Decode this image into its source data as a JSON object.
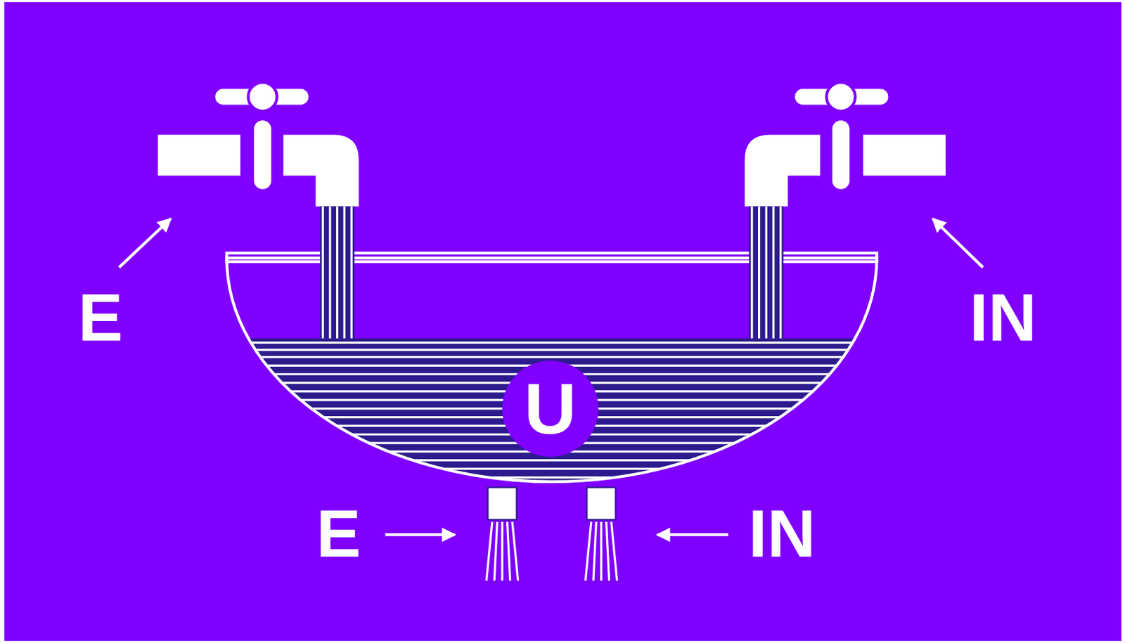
{
  "diagram": {
    "nodes": [
      {
        "text": [
          "U"
        ]
      }
    ],
    "labels": [
      "E",
      "IN",
      "E",
      "IN"
    ]
  }
}
